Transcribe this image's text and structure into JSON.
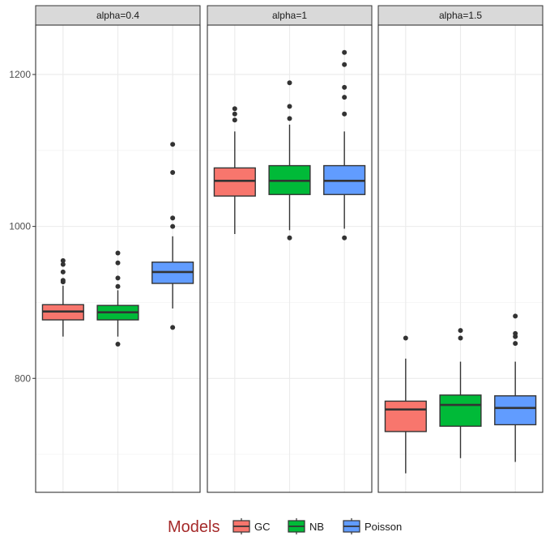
{
  "chart_data": {
    "type": "boxplot",
    "facets": [
      "alpha=0.4",
      "alpha=1",
      "alpha=1.5"
    ],
    "categories": [
      "GC",
      "NB",
      "Poisson"
    ],
    "ylim": [
      650,
      1265
    ],
    "yticks": [
      800,
      1000,
      1200
    ],
    "grid": true,
    "legend": {
      "title": "Models",
      "position": "bottom",
      "title_color": "#a52a2a",
      "entries": [
        {
          "label": "GC",
          "color": "#f8766d"
        },
        {
          "label": "NB",
          "color": "#00ba38"
        },
        {
          "label": "Poisson",
          "color": "#619cff"
        }
      ]
    },
    "panels": [
      {
        "facet": "alpha=0.4",
        "boxes": [
          {
            "series": "GC",
            "min": 855,
            "q1": 877,
            "median": 888,
            "q3": 897,
            "max": 922,
            "outliers": [
              927,
              929,
              940,
              950,
              955
            ]
          },
          {
            "series": "NB",
            "min": 855,
            "q1": 877,
            "median": 887,
            "q3": 896,
            "max": 916,
            "outliers": [
              845,
              921,
              932,
              952,
              965
            ]
          },
          {
            "series": "Poisson",
            "min": 892,
            "q1": 925,
            "median": 940,
            "q3": 953,
            "max": 987,
            "outliers": [
              867,
              1000,
              1011,
              1071,
              1108
            ]
          }
        ]
      },
      {
        "facet": "alpha=1",
        "boxes": [
          {
            "series": "GC",
            "min": 990,
            "q1": 1040,
            "median": 1060,
            "q3": 1077,
            "max": 1125,
            "outliers": [
              1140,
              1148,
              1155
            ]
          },
          {
            "series": "NB",
            "min": 995,
            "q1": 1042,
            "median": 1060,
            "q3": 1080,
            "max": 1134,
            "outliers": [
              985,
              1142,
              1158,
              1189
            ]
          },
          {
            "series": "Poisson",
            "min": 997,
            "q1": 1042,
            "median": 1060,
            "q3": 1080,
            "max": 1125,
            "outliers": [
              985,
              1148,
              1170,
              1183,
              1213,
              1229
            ]
          }
        ]
      },
      {
        "facet": "alpha=1.5",
        "boxes": [
          {
            "series": "GC",
            "min": 675,
            "q1": 730,
            "median": 759,
            "q3": 770,
            "max": 826,
            "outliers": [
              853
            ]
          },
          {
            "series": "NB",
            "min": 695,
            "q1": 737,
            "median": 765,
            "q3": 778,
            "max": 822,
            "outliers": [
              853,
              863
            ]
          },
          {
            "series": "Poisson",
            "min": 690,
            "q1": 739,
            "median": 761,
            "q3": 777,
            "max": 822,
            "outliers": [
              846,
              855,
              859,
              882
            ]
          }
        ]
      }
    ]
  }
}
